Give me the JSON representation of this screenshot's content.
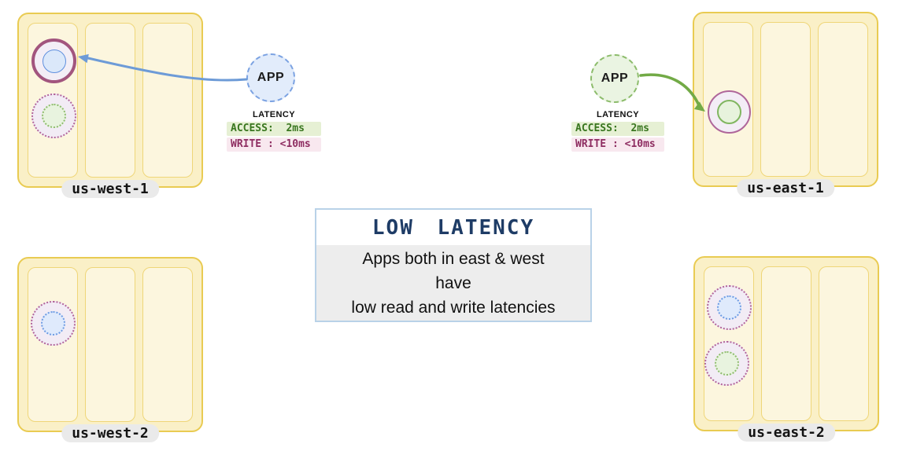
{
  "regions": [
    {
      "label": "us-west-1"
    },
    {
      "label": "us-east-1"
    },
    {
      "label": "us-west-2"
    },
    {
      "label": "us-east-2"
    }
  ],
  "apps": {
    "west": {
      "label": "APP",
      "latency_title": "LATENCY",
      "access": "ACCESS:  2ms",
      "write": "WRITE : <10ms"
    },
    "east": {
      "label": "APP",
      "latency_title": "LATENCY",
      "access": "ACCESS:  2ms",
      "write": "WRITE : <10ms"
    }
  },
  "info_box": {
    "title": "LOW LATENCY",
    "lines": [
      "Apps both in east & west",
      "have",
      "low read and write latencies"
    ]
  },
  "colors": {
    "region_fill": "#FAF0C7",
    "region_border": "#E9CB52",
    "az_fill": "#FCF6DE",
    "az_border": "#EFD678",
    "primary_ring": "#A2557E",
    "replica_dotted": "#B2659A",
    "blue_core": "#5E8FDE",
    "green_core": "#80B660",
    "app_west_border": "#7BA2E2",
    "app_east_border": "#8CBC6B",
    "arrow_west": "#6D9BD7",
    "arrow_east": "#72AA46",
    "access_text": "#39761F",
    "access_bg": "#E6F0D4",
    "write_text": "#8E2D61",
    "write_bg": "#F8E8EF",
    "info_title_text": "#1E3C66",
    "info_border": "#B9D2E8",
    "info_body_bg": "#EDEDED",
    "label_pill_bg": "#EAEAEA"
  }
}
